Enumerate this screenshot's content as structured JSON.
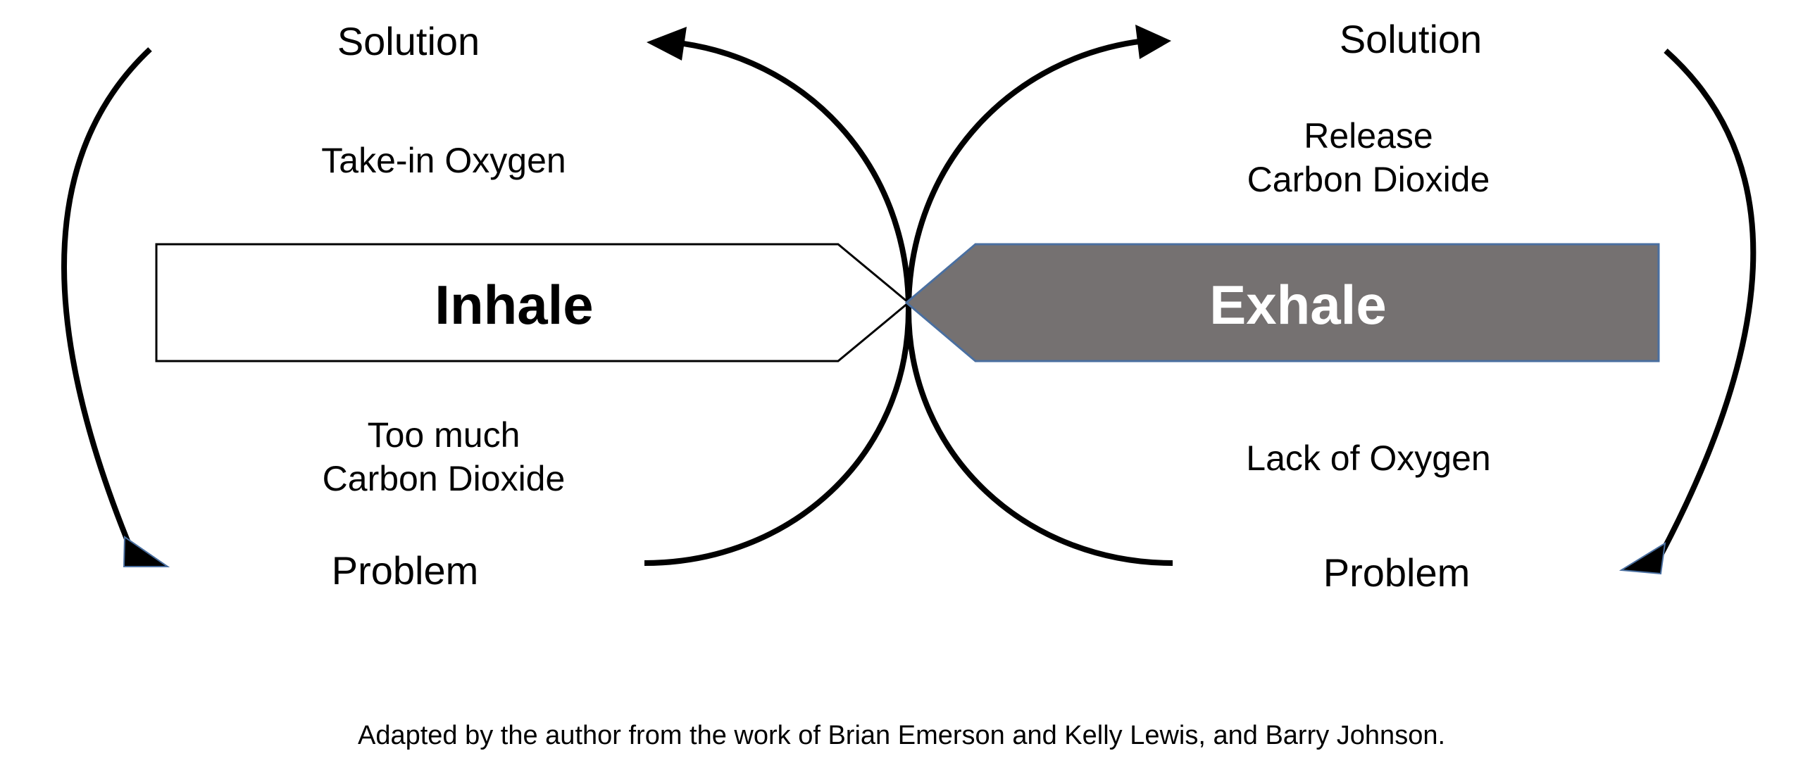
{
  "diagram": {
    "left": {
      "solution_label": "Solution",
      "solution_text": "Take-in Oxygen",
      "arrow_label": "Inhale",
      "problem_text_line1": "Too much",
      "problem_text_line2": "Carbon Dioxide",
      "problem_label": "Problem"
    },
    "right": {
      "solution_label": "Solution",
      "solution_text_line1": "Release",
      "solution_text_line2": "Carbon Dioxide",
      "arrow_label": "Exhale",
      "problem_text": "Lack of Oxygen",
      "problem_label": "Problem"
    },
    "caption": "Adapted by the author from the work of Brian Emerson and Kelly Lewis, and Barry Johnson.",
    "colors": {
      "exhale_fill": "#757171",
      "exhale_border": "#4a6fa0",
      "line": "#000000"
    }
  }
}
